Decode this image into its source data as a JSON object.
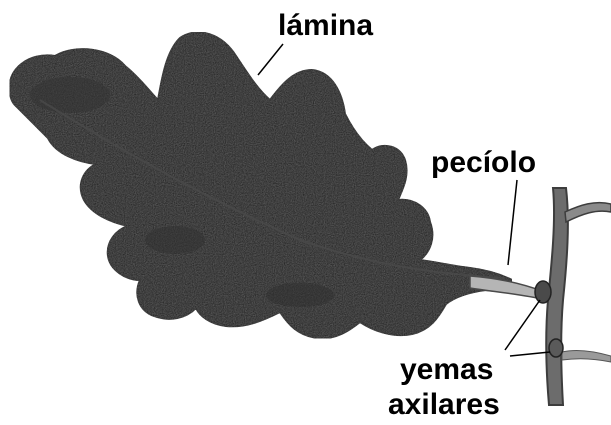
{
  "labels": {
    "lamina": "lámina",
    "peciolo": "pecíolo",
    "yemas_line1": "yemas",
    "yemas_line2": "axilares"
  },
  "colors": {
    "leaf": "#1f1f1f",
    "leaf_shade": "#2b2b2b",
    "stem": "#6c6c6c",
    "stem_dark": "#3d3d3d",
    "text": "#000000",
    "background": "#ffffff"
  }
}
